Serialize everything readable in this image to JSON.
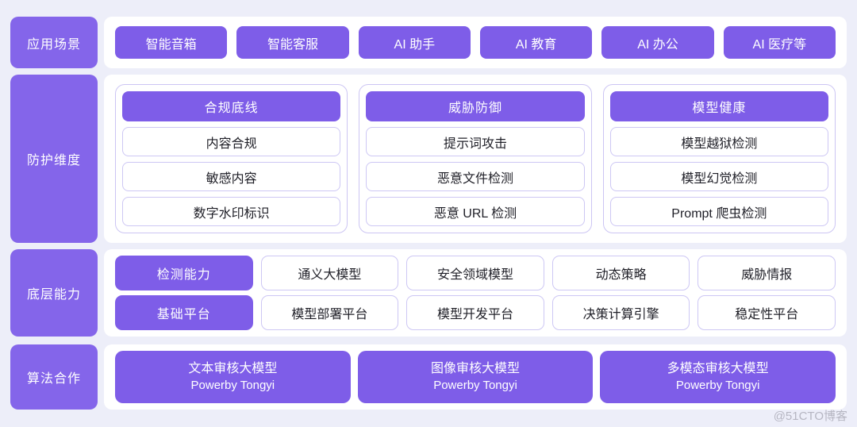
{
  "colors": {
    "background": "#edeef9",
    "panel": "#ffffff",
    "purple_button": "#7e5de8",
    "purple_label": "#8465ea",
    "card_border": "#ccc5f3",
    "item_border": "#cdc7f4",
    "text_dark": "#1f1f27",
    "watermark_gray": "#b6b6c2"
  },
  "sections": {
    "scenarios_label": "应用场景",
    "protection_label": "防护维度",
    "foundation_label": "底层能力",
    "cooperation_label": "算法合作"
  },
  "scenarios": {
    "items": [
      "智能音箱",
      "智能客服",
      "AI 助手",
      "AI 教育",
      "AI 办公",
      "AI 医疗等"
    ]
  },
  "protection": {
    "groups": [
      {
        "header": "合规底线",
        "items": [
          "内容合规",
          "敏感内容",
          "数字水印标识"
        ]
      },
      {
        "header": "威胁防御",
        "items": [
          "提示词攻击",
          "恶意文件检测",
          "恶意 URL 检测"
        ]
      },
      {
        "header": "模型健康",
        "items": [
          "模型越狱检测",
          "模型幻觉检测",
          "Prompt 爬虫检测"
        ]
      }
    ]
  },
  "foundation": {
    "rows": [
      {
        "header": "检测能力",
        "items": [
          "通义大模型",
          "安全领域模型",
          "动态策略",
          "威胁情报"
        ]
      },
      {
        "header": "基础平台",
        "items": [
          "模型部署平台",
          "模型开发平台",
          "决策计算引擎",
          "稳定性平台"
        ]
      }
    ]
  },
  "cooperation": {
    "items": [
      {
        "title": "文本审核大模型",
        "subtitle": "Powerby Tongyi"
      },
      {
        "title": "图像审核大模型",
        "subtitle": "Powerby Tongyi"
      },
      {
        "title": "多模态审核大模型",
        "subtitle": "Powerby Tongyi"
      }
    ]
  },
  "watermark": "@51CTO博客"
}
